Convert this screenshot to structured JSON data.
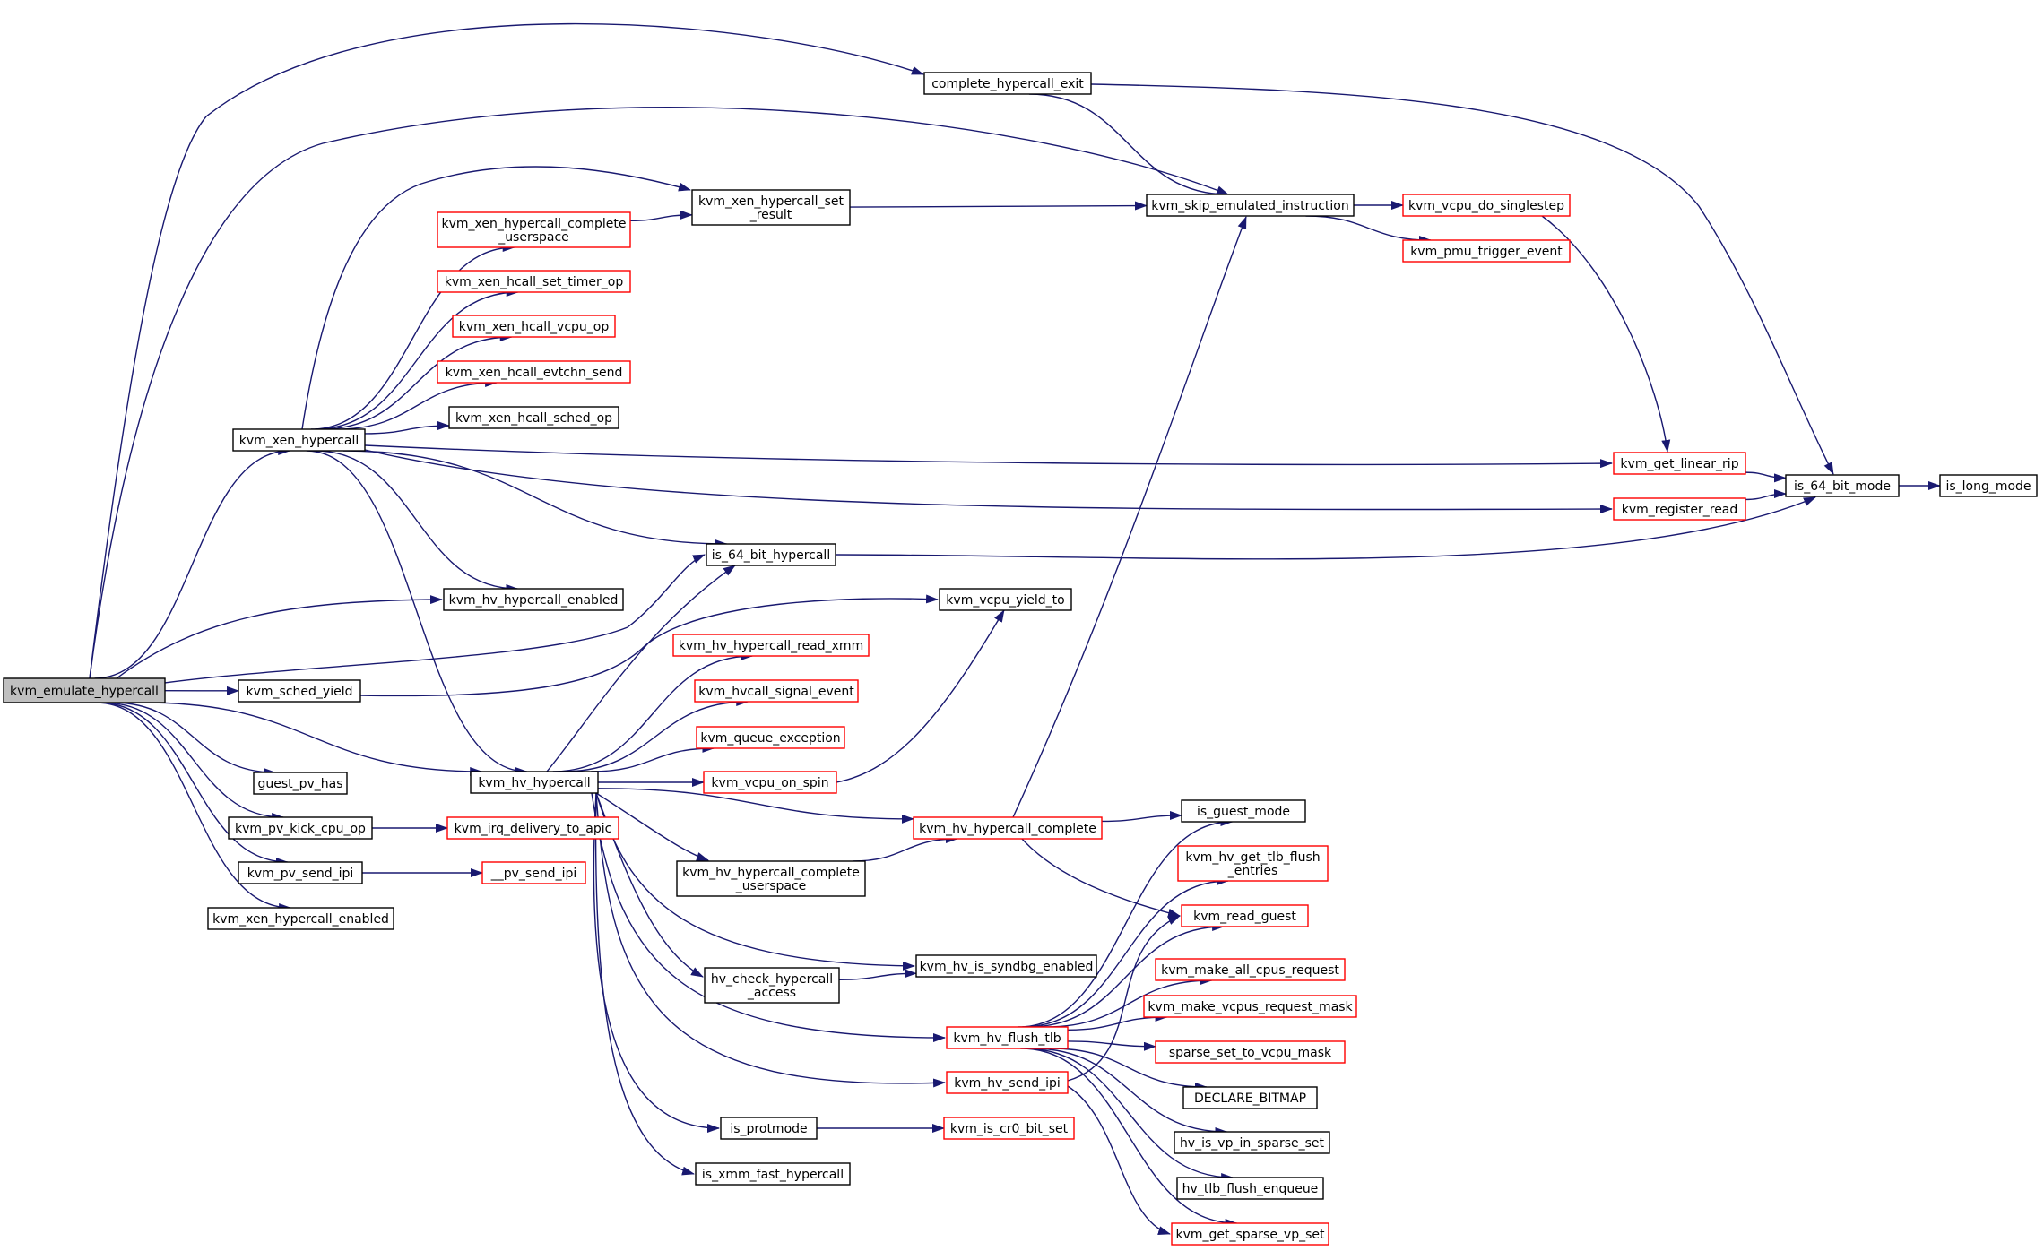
{
  "colors": {
    "edge": "#191970",
    "border_plain": "#000000",
    "border_red": "#ff0000",
    "root_fill": "#bfbfbf",
    "node_fill": "#ffffff"
  },
  "nodes": [
    {
      "id": "emulate",
      "label": [
        "kvm_emulate_hypercall"
      ],
      "style": "root"
    },
    {
      "id": "complete_exit",
      "label": [
        "complete_hypercall_exit"
      ],
      "style": "plain"
    },
    {
      "id": "skip_emulated",
      "label": [
        "kvm_skip_emulated_instruction"
      ],
      "style": "plain"
    },
    {
      "id": "vcpu_singlestep",
      "label": [
        "kvm_vcpu_do_singlestep"
      ],
      "style": "red"
    },
    {
      "id": "pmu_trigger",
      "label": [
        "kvm_pmu_trigger_event"
      ],
      "style": "red"
    },
    {
      "id": "xen_set_result",
      "label": [
        "kvm_xen_hypercall_set",
        "_result"
      ],
      "style": "plain"
    },
    {
      "id": "xen_complete_us",
      "label": [
        "kvm_xen_hypercall_complete",
        "_userspace"
      ],
      "style": "red"
    },
    {
      "id": "xen_set_timer",
      "label": [
        "kvm_xen_hcall_set_timer_op"
      ],
      "style": "red"
    },
    {
      "id": "xen_vcpu_op",
      "label": [
        "kvm_xen_hcall_vcpu_op"
      ],
      "style": "red"
    },
    {
      "id": "xen_evtchn",
      "label": [
        "kvm_xen_hcall_evtchn_send"
      ],
      "style": "red"
    },
    {
      "id": "xen_sched_op",
      "label": [
        "kvm_xen_hcall_sched_op"
      ],
      "style": "plain"
    },
    {
      "id": "xen_hypercall",
      "label": [
        "kvm_xen_hypercall"
      ],
      "style": "plain"
    },
    {
      "id": "get_linear_rip",
      "label": [
        "kvm_get_linear_rip"
      ],
      "style": "red"
    },
    {
      "id": "is64mode",
      "label": [
        "is_64_bit_mode"
      ],
      "style": "plain"
    },
    {
      "id": "is_long_mode",
      "label": [
        "is_long_mode"
      ],
      "style": "plain"
    },
    {
      "id": "register_read",
      "label": [
        "kvm_register_read"
      ],
      "style": "red"
    },
    {
      "id": "is64hc",
      "label": [
        "is_64_bit_hypercall"
      ],
      "style": "plain"
    },
    {
      "id": "hv_enabled",
      "label": [
        "kvm_hv_hypercall_enabled"
      ],
      "style": "plain"
    },
    {
      "id": "yield_to",
      "label": [
        "kvm_vcpu_yield_to"
      ],
      "style": "plain"
    },
    {
      "id": "read_xmm",
      "label": [
        "kvm_hv_hypercall_read_xmm"
      ],
      "style": "red"
    },
    {
      "id": "sched_yield",
      "label": [
        "kvm_sched_yield"
      ],
      "style": "plain"
    },
    {
      "id": "signal_event",
      "label": [
        "kvm_hvcall_signal_event"
      ],
      "style": "red"
    },
    {
      "id": "queue_exc",
      "label": [
        "kvm_queue_exception"
      ],
      "style": "red"
    },
    {
      "id": "hv_hypercall",
      "label": [
        "kvm_hv_hypercall"
      ],
      "style": "plain"
    },
    {
      "id": "vcpu_on_spin",
      "label": [
        "kvm_vcpu_on_spin"
      ],
      "style": "red"
    },
    {
      "id": "pv_has",
      "label": [
        "guest_pv_has"
      ],
      "style": "plain"
    },
    {
      "id": "hv_complete",
      "label": [
        "kvm_hv_hypercall_complete"
      ],
      "style": "red"
    },
    {
      "id": "guest_mode",
      "label": [
        "is_guest_mode"
      ],
      "style": "plain"
    },
    {
      "id": "kick_cpu",
      "label": [
        "kvm_pv_kick_cpu_op"
      ],
      "style": "plain"
    },
    {
      "id": "irq_apic",
      "label": [
        "kvm_irq_delivery_to_apic"
      ],
      "style": "red"
    },
    {
      "id": "tlb_entries",
      "label": [
        "kvm_hv_get_tlb_flush",
        "_entries"
      ],
      "style": "red"
    },
    {
      "id": "hv_complete_us",
      "label": [
        "kvm_hv_hypercall_complete",
        "_userspace"
      ],
      "style": "plain"
    },
    {
      "id": "pv_send_ipi",
      "label": [
        "kvm_pv_send_ipi"
      ],
      "style": "plain"
    },
    {
      "id": "pv_send_ipi2",
      "label": [
        "__pv_send_ipi"
      ],
      "style": "red"
    },
    {
      "id": "read_guest",
      "label": [
        "kvm_read_guest"
      ],
      "style": "red"
    },
    {
      "id": "xen_enabled",
      "label": [
        "kvm_xen_hypercall_enabled"
      ],
      "style": "plain"
    },
    {
      "id": "syndbg",
      "label": [
        "kvm_hv_is_syndbg_enabled"
      ],
      "style": "plain"
    },
    {
      "id": "make_all",
      "label": [
        "kvm_make_all_cpus_request"
      ],
      "style": "red"
    },
    {
      "id": "check_access",
      "label": [
        "hv_check_hypercall",
        "_access"
      ],
      "style": "plain"
    },
    {
      "id": "make_mask",
      "label": [
        "kvm_make_vcpus_request_mask"
      ],
      "style": "red"
    },
    {
      "id": "flush_tlb",
      "label": [
        "kvm_hv_flush_tlb"
      ],
      "style": "red"
    },
    {
      "id": "sparse_set",
      "label": [
        "sparse_set_to_vcpu_mask"
      ],
      "style": "red"
    },
    {
      "id": "send_ipi",
      "label": [
        "kvm_hv_send_ipi"
      ],
      "style": "red"
    },
    {
      "id": "declare_bitmap",
      "label": [
        "DECLARE_BITMAP"
      ],
      "style": "plain"
    },
    {
      "id": "protmode",
      "label": [
        "is_protmode"
      ],
      "style": "plain"
    },
    {
      "id": "cr0_bit",
      "label": [
        "kvm_is_cr0_bit_set"
      ],
      "style": "red"
    },
    {
      "id": "vp_sparse",
      "label": [
        "hv_is_vp_in_sparse_set"
      ],
      "style": "plain"
    },
    {
      "id": "xmm_fast",
      "label": [
        "is_xmm_fast_hypercall"
      ],
      "style": "plain"
    },
    {
      "id": "tlb_enqueue",
      "label": [
        "hv_tlb_flush_enqueue"
      ],
      "style": "plain"
    },
    {
      "id": "sparse_vp",
      "label": [
        "kvm_get_sparse_vp_set"
      ],
      "style": "red"
    }
  ],
  "edges": [
    [
      "emulate",
      "complete_exit"
    ],
    [
      "emulate",
      "skip_emulated"
    ],
    [
      "emulate",
      "xen_hypercall"
    ],
    [
      "emulate",
      "hv_enabled"
    ],
    [
      "emulate",
      "is64hc"
    ],
    [
      "emulate",
      "sched_yield"
    ],
    [
      "emulate",
      "hv_hypercall"
    ],
    [
      "emulate",
      "pv_has"
    ],
    [
      "emulate",
      "kick_cpu"
    ],
    [
      "emulate",
      "pv_send_ipi"
    ],
    [
      "emulate",
      "xen_enabled"
    ],
    [
      "complete_exit",
      "skip_emulated"
    ],
    [
      "complete_exit",
      "is64mode"
    ],
    [
      "skip_emulated",
      "vcpu_singlestep"
    ],
    [
      "skip_emulated",
      "pmu_trigger"
    ],
    [
      "vcpu_singlestep",
      "get_linear_rip"
    ],
    [
      "get_linear_rip",
      "is64mode"
    ],
    [
      "register_read",
      "is64mode"
    ],
    [
      "is64mode",
      "is_long_mode"
    ],
    [
      "xen_set_result",
      "skip_emulated"
    ],
    [
      "xen_complete_us",
      "xen_set_result"
    ],
    [
      "xen_hypercall",
      "xen_set_result"
    ],
    [
      "xen_hypercall",
      "xen_complete_us"
    ],
    [
      "xen_hypercall",
      "xen_set_timer"
    ],
    [
      "xen_hypercall",
      "xen_vcpu_op"
    ],
    [
      "xen_hypercall",
      "xen_evtchn"
    ],
    [
      "xen_hypercall",
      "xen_sched_op"
    ],
    [
      "xen_hypercall",
      "get_linear_rip"
    ],
    [
      "xen_hypercall",
      "register_read"
    ],
    [
      "xen_hypercall",
      "is64hc"
    ],
    [
      "xen_hypercall",
      "hv_enabled"
    ],
    [
      "xen_hypercall",
      "hv_hypercall"
    ],
    [
      "is64hc",
      "is64mode"
    ],
    [
      "sched_yield",
      "yield_to"
    ],
    [
      "vcpu_on_spin",
      "yield_to"
    ],
    [
      "hv_hypercall",
      "is64hc"
    ],
    [
      "hv_hypercall",
      "read_xmm"
    ],
    [
      "hv_hypercall",
      "signal_event"
    ],
    [
      "hv_hypercall",
      "queue_exc"
    ],
    [
      "hv_hypercall",
      "vcpu_on_spin"
    ],
    [
      "hv_hypercall",
      "hv_complete"
    ],
    [
      "hv_hypercall",
      "hv_complete_us"
    ],
    [
      "hv_hypercall",
      "syndbg"
    ],
    [
      "hv_hypercall",
      "check_access"
    ],
    [
      "hv_hypercall",
      "flush_tlb"
    ],
    [
      "hv_hypercall",
      "send_ipi"
    ],
    [
      "hv_hypercall",
      "protmode"
    ],
    [
      "hv_hypercall",
      "xmm_fast"
    ],
    [
      "hv_complete",
      "skip_emulated"
    ],
    [
      "hv_complete",
      "guest_mode"
    ],
    [
      "hv_complete",
      "read_guest"
    ],
    [
      "hv_complete_us",
      "hv_complete"
    ],
    [
      "check_access",
      "syndbg"
    ],
    [
      "kick_cpu",
      "irq_apic"
    ],
    [
      "pv_send_ipi",
      "pv_send_ipi2"
    ],
    [
      "protmode",
      "cr0_bit"
    ],
    [
      "flush_tlb",
      "guest_mode"
    ],
    [
      "flush_tlb",
      "tlb_entries"
    ],
    [
      "flush_tlb",
      "read_guest"
    ],
    [
      "flush_tlb",
      "make_all"
    ],
    [
      "flush_tlb",
      "make_mask"
    ],
    [
      "flush_tlb",
      "sparse_set"
    ],
    [
      "flush_tlb",
      "declare_bitmap"
    ],
    [
      "flush_tlb",
      "vp_sparse"
    ],
    [
      "flush_tlb",
      "tlb_enqueue"
    ],
    [
      "flush_tlb",
      "sparse_vp"
    ],
    [
      "send_ipi",
      "read_guest"
    ],
    [
      "send_ipi",
      "sparse_vp"
    ]
  ]
}
